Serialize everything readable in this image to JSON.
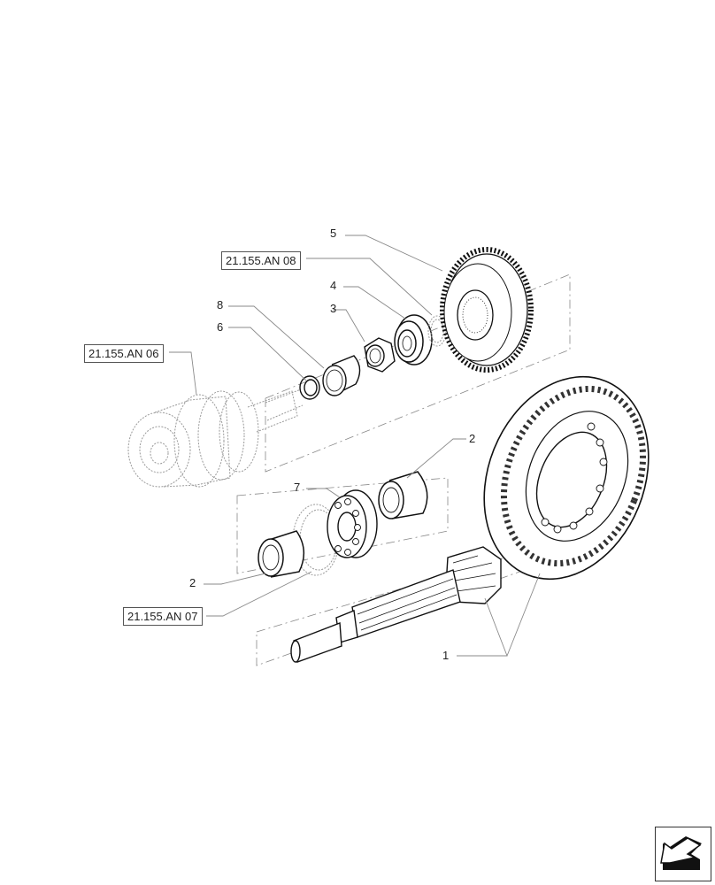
{
  "diagram": {
    "type": "exploded-parts-view",
    "subject": "bevel gear / pinion shaft assembly",
    "callouts": [
      {
        "id": "c5",
        "label": "5",
        "part": "spur gear"
      },
      {
        "id": "c4",
        "label": "4",
        "part": "flanged bushing"
      },
      {
        "id": "c3",
        "label": "3",
        "part": "hex nut"
      },
      {
        "id": "c8",
        "label": "8",
        "part": "splined sleeve"
      },
      {
        "id": "c6",
        "label": "6",
        "part": "snap ring"
      },
      {
        "id": "c7",
        "label": "7",
        "part": "ball bearing"
      },
      {
        "id": "c2a",
        "label": "2",
        "part": "spacer bushing (upper)"
      },
      {
        "id": "c2b",
        "label": "2",
        "part": "spacer bushing (lower)"
      },
      {
        "id": "c1",
        "label": "1",
        "part": "bevel pinion shaft and crown wheel"
      }
    ],
    "references": [
      {
        "id": "r08",
        "label": "21.155.AN 08"
      },
      {
        "id": "r06",
        "label": "21.155.AN 06"
      },
      {
        "id": "r07",
        "label": "21.155.AN 07"
      }
    ],
    "nav_icon": "back-arrow-icon"
  },
  "colors": {
    "line": "#111111",
    "leader": "#8a8a8a",
    "phantom": "#9a9a9a",
    "background": "#ffffff"
  }
}
